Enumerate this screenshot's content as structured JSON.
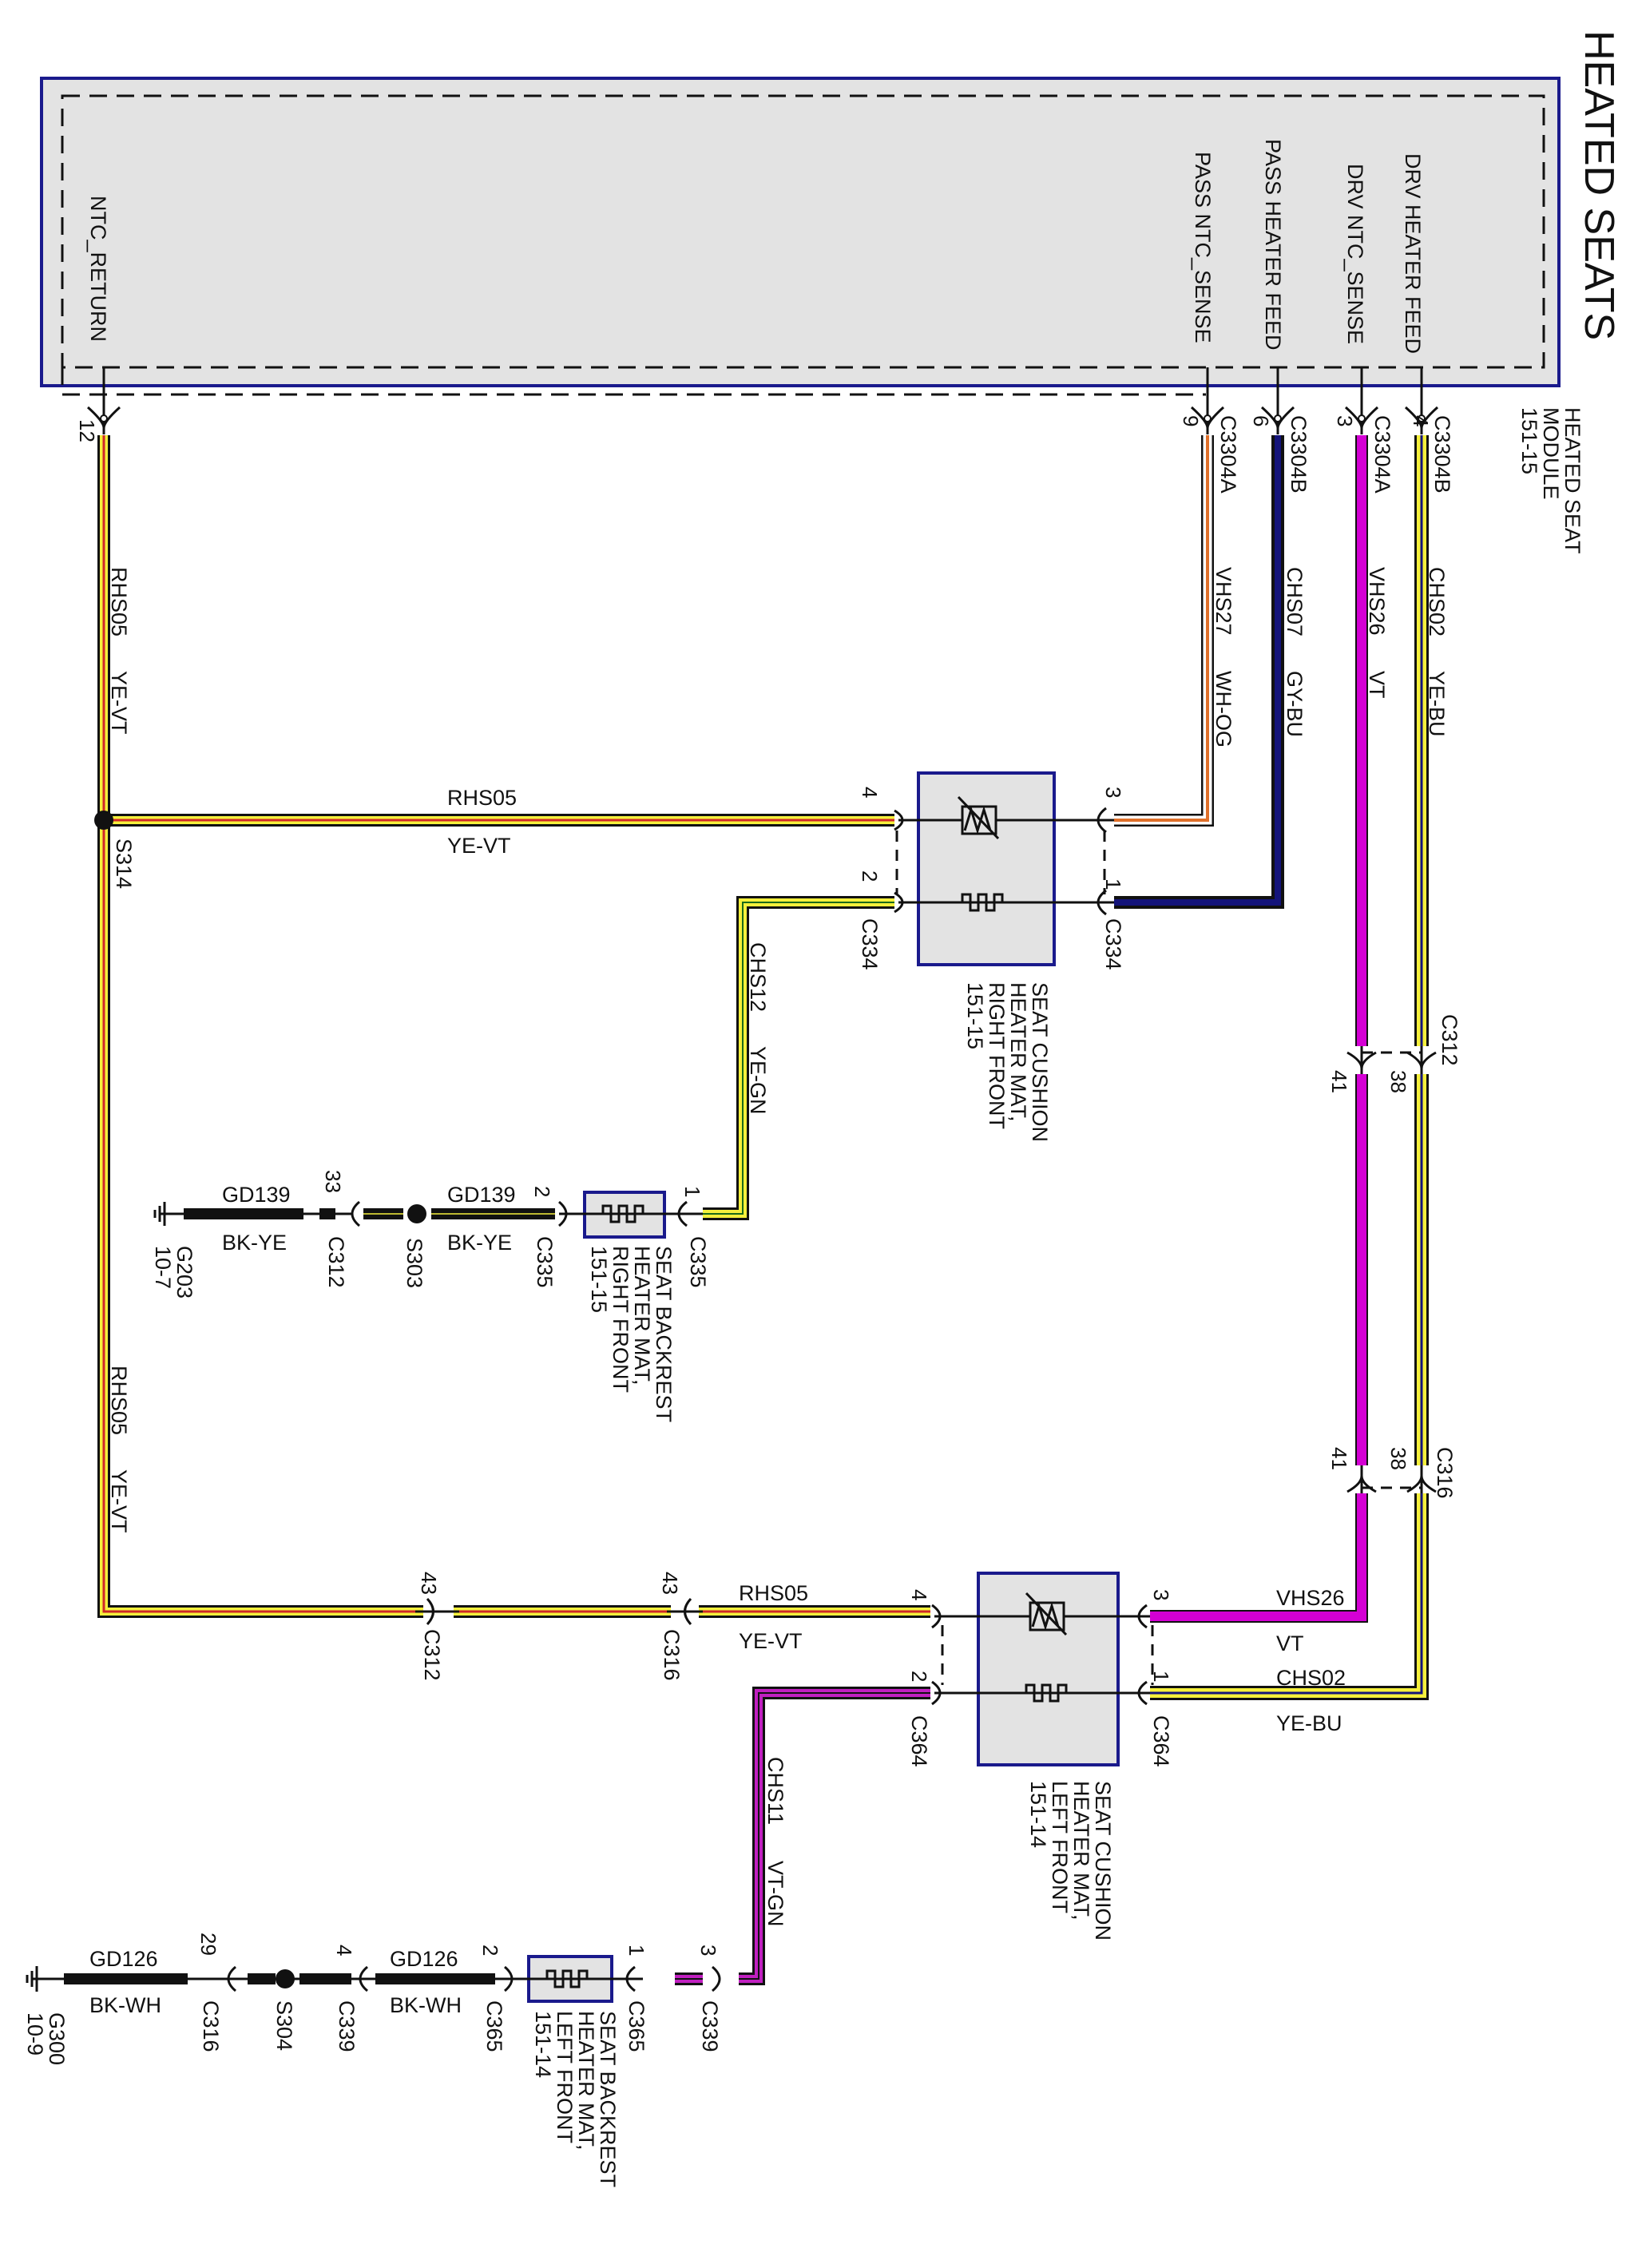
{
  "title": "HEATED SEATS",
  "module": {
    "name_lines": [
      "HEATED SEAT",
      "MODULE",
      "151-15"
    ],
    "pins": [
      {
        "signal": "DRV HEATER FEED",
        "pin": "4",
        "connector": "C3304B"
      },
      {
        "signal": "DRV NTC_SENSE",
        "pin": "3",
        "connector": "C3304A"
      },
      {
        "signal": "PASS HEATER FEED",
        "pin": "6",
        "connector": "C3304B"
      },
      {
        "signal": "PASS NTC_SENSE",
        "pin": "9",
        "connector": "C3304A"
      },
      {
        "signal": "NTC_RETURN",
        "pin": "12",
        "connector": ""
      }
    ]
  },
  "wires": {
    "chs02": {
      "circuit": "CHS02",
      "color": "YE-BU"
    },
    "vhs26": {
      "circuit": "VHS26",
      "color": "VT"
    },
    "chs07": {
      "circuit": "CHS07",
      "color": "GY-BU"
    },
    "vhs27": {
      "circuit": "VHS27",
      "color": "WH-OG"
    },
    "rhs05": {
      "circuit": "RHS05",
      "color": "YE-VT"
    },
    "chs12": {
      "circuit": "CHS12",
      "color": "YE-GN"
    },
    "chs11": {
      "circuit": "CHS11",
      "color": "VT-GN"
    },
    "gd139": {
      "circuit": "GD139",
      "color": "BK-YE"
    },
    "gd126": {
      "circuit": "GD126",
      "color": "BK-WH"
    }
  },
  "inline_connectors": {
    "c312_top": {
      "name": "C312",
      "pins": [
        "38",
        "41"
      ]
    },
    "c316_top": {
      "name": "C316",
      "pins": [
        "38",
        "41"
      ]
    },
    "c312_bottom": {
      "name": "C312",
      "pin": "43"
    },
    "c316_bottom": {
      "name": "C316",
      "pin": "43"
    }
  },
  "splices": {
    "s314": "S314",
    "s303": "S303",
    "s304": "S304"
  },
  "components": {
    "rf_cushion": {
      "lines": [
        "SEAT CUSHION",
        "HEATER MAT,",
        "RIGHT FRONT",
        "151-15"
      ],
      "connector": "C334",
      "pins": {
        "ntc_in": "3",
        "heat_in": "1",
        "ntc_out": "4",
        "heat_out": "2"
      }
    },
    "lf_cushion": {
      "lines": [
        "SEAT CUSHION",
        "HEATER MAT,",
        "LEFT FRONT",
        "151-14"
      ],
      "connector": "C364",
      "pins": {
        "ntc_in": "3",
        "heat_in": "1",
        "ntc_out": "4",
        "heat_out": "2"
      }
    },
    "rf_backrest": {
      "lines": [
        "SEAT BACKREST",
        "HEATER MAT,",
        "RIGHT FRONT",
        "151-15"
      ],
      "connector": "C335",
      "pins": {
        "in": "1",
        "out": "2"
      }
    },
    "lf_backrest": {
      "lines": [
        "SEAT BACKREST",
        "HEATER MAT,",
        "LEFT FRONT",
        "151-14"
      ],
      "connector": "C365",
      "pins": {
        "in": "1",
        "out": "2"
      }
    }
  },
  "ground_path_right": {
    "c312": {
      "name": "C312",
      "pin": "33"
    },
    "ground": {
      "name": "G203",
      "ref": "10-7"
    }
  },
  "ground_path_left": {
    "c339_in": {
      "name": "C339",
      "pin": "3"
    },
    "c339_out": {
      "name": "C339",
      "pin": "4"
    },
    "c316": {
      "name": "C316",
      "pin": "29"
    },
    "ground": {
      "name": "G300",
      "ref": "10-9"
    }
  },
  "colors": {
    "module_border": "#1a1a8c",
    "module_fill": "#e3e3e3",
    "yellow": "#f5f03c",
    "blue": "#14147a",
    "violet": "#d400d4",
    "orange": "#e0702a",
    "red": "#d02828",
    "green": "#1a6a1a"
  }
}
